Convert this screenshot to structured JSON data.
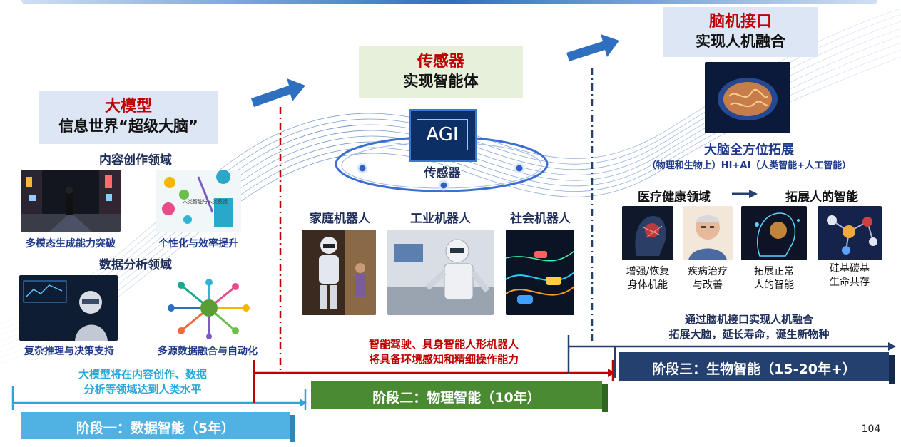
{
  "stage1": {
    "title": "大模型",
    "subtitle": "信息世界“超级大脑”",
    "content_header": "内容创作领域",
    "img1_caption": "多模态生成能力突破",
    "img2_caption": "个性化与效率提升",
    "img2_inner_text": "人类智能与人类反馈",
    "analysis_header": "数据分析领域",
    "img3_caption": "复杂推理与决策支持",
    "img4_caption": "多源数据融合与自动化",
    "summary_line1": "大模型将在内容创作、数据",
    "summary_line2": "分析等领域达到人类水平",
    "label": "阶段一：数据智能（5年）"
  },
  "stage2": {
    "title": "传感器",
    "subtitle": "实现智能体",
    "agi_text": "AGI",
    "sensor_label": "传感器",
    "robot1": "家庭机器人",
    "robot2": "工业机器人",
    "robot3": "社会机器人",
    "summary_line1": "智能驾驶、具身智能人形机器人",
    "summary_line2": "将具备环境感知和精细操作能力",
    "label": "阶段二：物理智能（10年）"
  },
  "stage3": {
    "title": "脑机接口",
    "subtitle": "实现人机融合",
    "expand_title": "大脑全方位拓展",
    "expand_sub": "（物理和生物上）HI+AI（人类智能+人工智能）",
    "medical": "医疗健康领域",
    "extend": "拓展人的智能",
    "c1a": "增强/恢复",
    "c1b": "身体机能",
    "c2a": "疾病治疗",
    "c2b": "与改善",
    "c3a": "拓展正常",
    "c3b": "人的智能",
    "c4a": "硅基碳基",
    "c4b": "生命共存",
    "summary_line1": "通过脑机接口实现人机融合",
    "summary_line2": "拓展大脑，延长寿命，诞生新物种",
    "label": "阶段三：生物智能（15-20年+）"
  },
  "page_number": "104",
  "colors": {
    "stage1": "#4fb2e3",
    "stage2": "#4a8a32",
    "stage3": "#24406e",
    "accent_red": "#c00000",
    "arrow_blue": "#2f6fbf"
  }
}
